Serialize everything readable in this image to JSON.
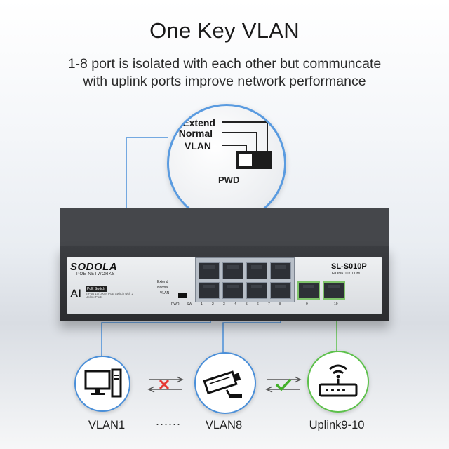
{
  "title": "One Key VLAN",
  "subtitle_line1": "1-8 port is isolated with each other but communcate",
  "subtitle_line2": "with uplink ports improve network performance",
  "zoom": {
    "extend": "Extend",
    "normal": "Normal",
    "vlan": "VLAN",
    "pwd": "PWD"
  },
  "switch": {
    "brand": "SODOLA",
    "brand_sub": "POE NETWORKS",
    "ai": "AI",
    "poe_tag": "PoE Switch",
    "poe_desc": "8 Port 10/100M PoE Switch with 2 Uplink Ports",
    "mini_extend": "Extend",
    "mini_normal": "Normal",
    "mini_vlan": "VLAN",
    "pwr": "PWR",
    "sw": "SW",
    "model": "SL-S010P",
    "model_sub": "UPLINK 10/100M",
    "port_numbers": [
      "1",
      "2",
      "3",
      "4",
      "5",
      "6",
      "7",
      "8",
      "9",
      "10"
    ]
  },
  "devices": [
    {
      "label": "VLAN1",
      "icon": "desktop-computer-icon"
    },
    {
      "label": "VLAN8",
      "icon": "security-camera-icon"
    },
    {
      "label": "Uplink9-10",
      "icon": "wifi-router-icon"
    }
  ],
  "separator": "......",
  "links": [
    {
      "icon": "blocked-link-icon",
      "color": "#e53935"
    },
    {
      "icon": "allowed-link-icon",
      "color": "#43b02a"
    }
  ],
  "colors": {
    "vlan_line": "#4a8fd9",
    "uplink_line": "#5cc14a"
  }
}
